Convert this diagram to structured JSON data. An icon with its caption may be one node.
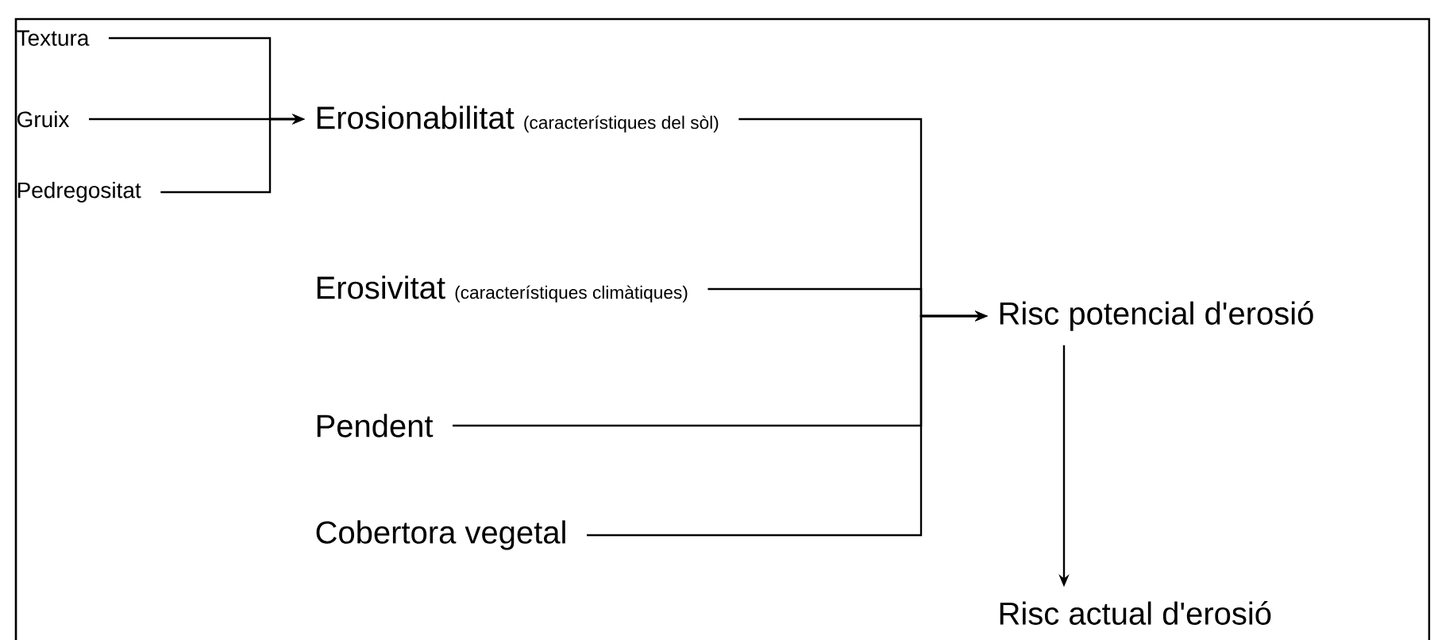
{
  "diagram": {
    "nodes": [
      {
        "text": [
          "Textura"
        ]
      },
      {
        "text": [
          "Gruix"
        ]
      },
      {
        "text": [
          "Pedregositat"
        ]
      },
      {
        "text": [
          "Erosionabilitat",
          "(característiques del sòl)"
        ]
      },
      {
        "text": [
          "Erosivitat",
          "(característiques climàtiques)"
        ]
      },
      {
        "text": [
          "Pendent"
        ]
      },
      {
        "text": [
          "Cobertora vegetal"
        ]
      },
      {
        "text": [
          "Risc potencial d'erosió"
        ]
      },
      {
        "text": [
          "Risc actual d'erosió"
        ]
      }
    ],
    "edges": [
      {
        "from": 0,
        "to": 3,
        "arrow": "to"
      },
      {
        "from": 1,
        "to": 3,
        "arrow": "to"
      },
      {
        "from": 2,
        "to": 3,
        "arrow": "to"
      },
      {
        "from": 3,
        "to": 7,
        "arrow": "to"
      },
      {
        "from": 4,
        "to": 7,
        "arrow": "to"
      },
      {
        "from": 5,
        "to": 7,
        "arrow": "to"
      },
      {
        "from": 6,
        "to": 7,
        "arrow": "to"
      },
      {
        "from": 7,
        "to": 8,
        "arrow": "to"
      }
    ]
  }
}
